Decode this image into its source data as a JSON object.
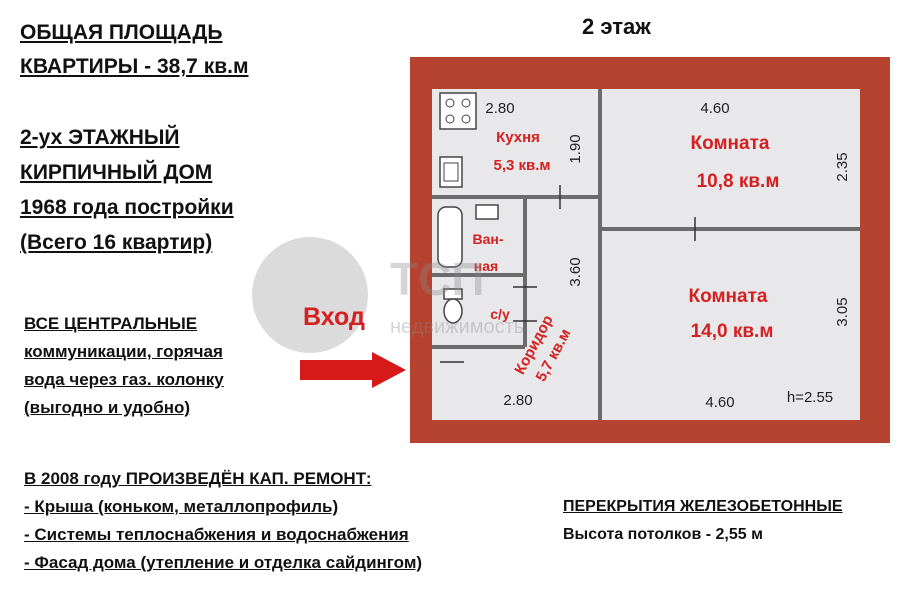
{
  "header": {
    "total_area_line1": "ОБЩАЯ ПЛОЩАДЬ",
    "total_area_line2": "КВАРТИРЫ - 38,7 кв.м",
    "floor": "2 этаж"
  },
  "house": {
    "line1": "2-ух ЭТАЖНЫЙ",
    "line2": "КИРПИЧНЫЙ ДОМ",
    "line3": "1968 года постройки",
    "line4": "(Всего 16 квартир)"
  },
  "communications": {
    "line1": "ВСЕ ЦЕНТРАЛЬНЫЕ",
    "line2": "коммуникации, горячая",
    "line3": "вода через газ. колонку",
    "line4": "(выгодно и удобно)"
  },
  "repair": {
    "line1": "В 2008 году ПРОИЗВЕДЁН КАП. РЕМОНТ:",
    "line2": "- Крыша (коньком, металлопрофиль)",
    "line3": "- Системы теплоснабжения и водоснабжения",
    "line4": "- Фасад дома (утепление и отделка сайдингом)"
  },
  "slabs": {
    "line1": "ПЕРЕКРЫТИЯ ЖЕЛЕЗОБЕТОННЫЕ",
    "line2": "Высота потолков - 2,55 м"
  },
  "entrance_label": "Вход",
  "watermark": {
    "brand": "ТСП",
    "sub": "недвижимость"
  },
  "plan": {
    "kitchen": {
      "name": "Кухня",
      "area": "5,3 кв.м",
      "dim_top": "2.80",
      "dim_side": "1.90"
    },
    "room1": {
      "name": "Комната",
      "area": "10,8 кв.м",
      "dim_top": "4.60",
      "dim_side": "2.35"
    },
    "room2": {
      "name": "Комната",
      "area": "14,0 кв.м",
      "dim_bottom": "4.60",
      "dim_side": "3.05",
      "height": "h=2.55"
    },
    "bath": {
      "name_line1": "Ван-",
      "name_line2": "ная"
    },
    "wc": {
      "name": "с/у"
    },
    "corridor": {
      "name": "Коридор",
      "area": "5,7 кв.м",
      "dim_bottom": "2.80",
      "dim_side": "3.60"
    }
  },
  "colors": {
    "wall": "#b5432f",
    "floor_fill": "#e8e8ea",
    "label_red": "#d42020",
    "arrow_red": "#d61a1a"
  }
}
